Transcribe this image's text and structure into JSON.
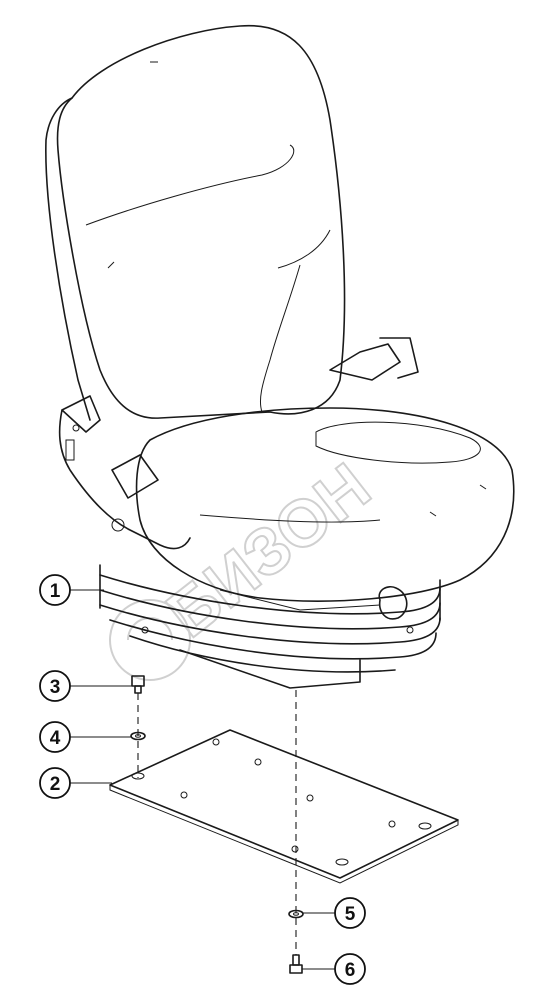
{
  "diagram": {
    "watermark": {
      "text": "БИЗОН"
    },
    "callouts": [
      {
        "number": "1"
      },
      {
        "number": "2"
      },
      {
        "number": "3"
      },
      {
        "number": "4"
      },
      {
        "number": "5"
      },
      {
        "number": "6"
      }
    ],
    "colors": {
      "line": "#1a1a1a",
      "watermark": "#c8c8c8",
      "background": "#ffffff"
    }
  }
}
